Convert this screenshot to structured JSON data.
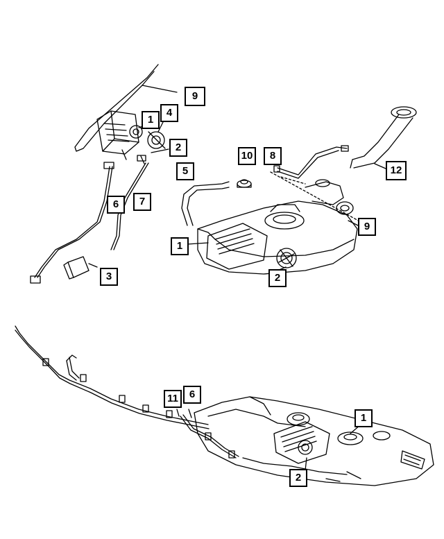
{
  "diagram": {
    "line_color": "#000000",
    "background_color": "#ffffff",
    "callouts": {
      "top_left": {
        "c9": "9",
        "c1": "1",
        "c4": "4",
        "c2": "2",
        "c5": "5",
        "c6": "6",
        "c7": "7",
        "c3": "3"
      },
      "top_right": {
        "c10": "10",
        "c8": "8",
        "c12": "12",
        "c9": "9",
        "c1": "1",
        "c2": "2"
      },
      "bottom": {
        "c11": "11",
        "c6": "6",
        "c1": "1",
        "c2": "2"
      }
    }
  }
}
